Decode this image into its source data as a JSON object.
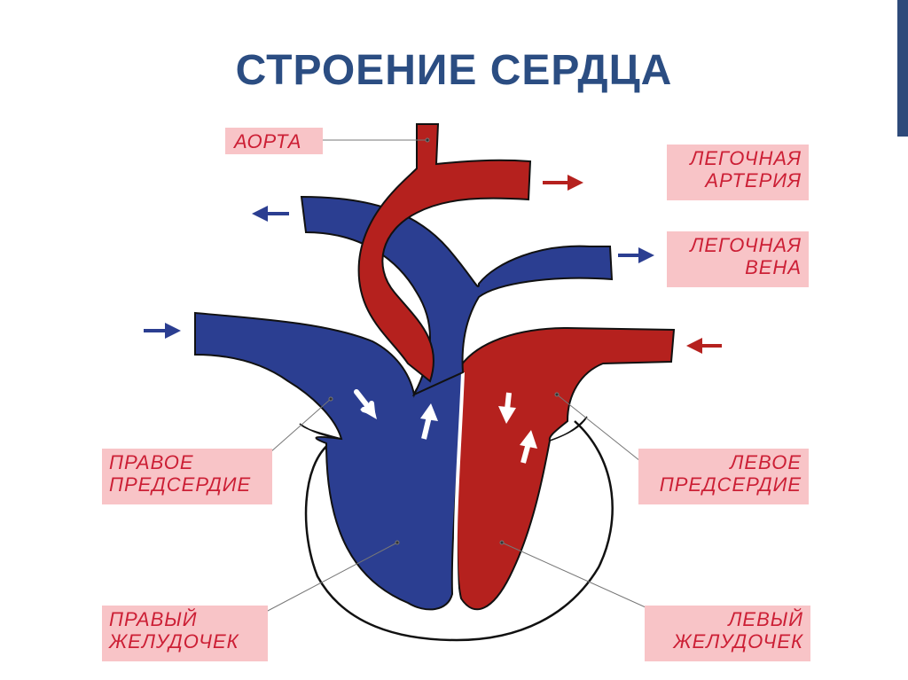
{
  "title": "СТРОЕНИЕ СЕРДЦА",
  "labels": {
    "aorta": "АОРТА",
    "pulmonary_artery": [
      "ЛЕГОЧНАЯ",
      "АРТЕРИЯ"
    ],
    "pulmonary_vein": [
      "ЛЕГОЧНАЯ",
      "ВЕНА"
    ],
    "right_atrium": [
      "ПРАВОЕ",
      "ПРЕДСЕРДИЕ"
    ],
    "left_atrium": [
      "ЛЕВОЕ",
      "ПРЕДСЕРДИЕ"
    ],
    "right_ventricle": [
      "ПРАВЫЙ",
      "ЖЕЛУДОЧЕК"
    ],
    "left_ventricle": [
      "ЛЕВЫЙ",
      "ЖЕЛУДОЧЕК"
    ]
  },
  "colors": {
    "deoxygenated": "#2b3e91",
    "oxygenated": "#b5211e",
    "label_bg": "#f8c4c7",
    "label_text": "#cc1f35",
    "title": "#2b4d82"
  }
}
